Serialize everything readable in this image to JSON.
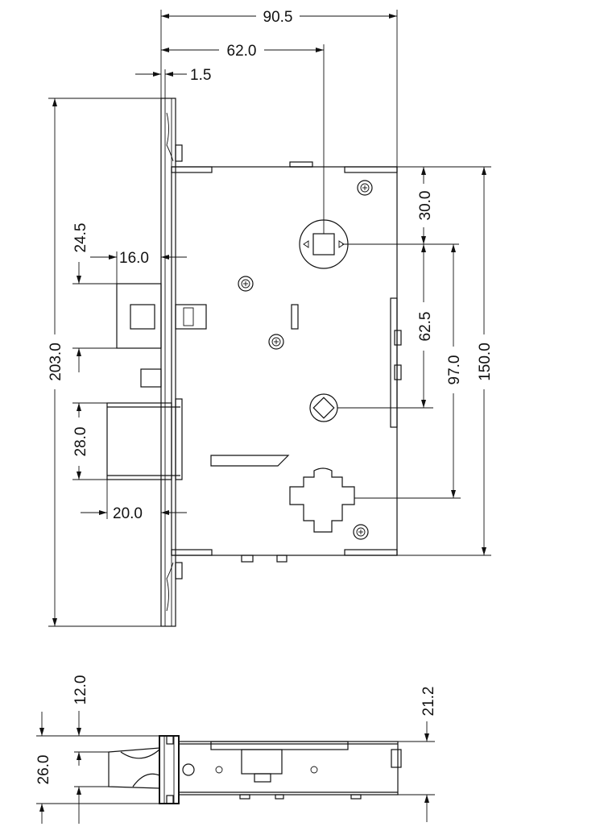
{
  "front_view": {
    "dims": {
      "overall_width": "90.5",
      "backset": "62.0",
      "faceplate_thickness": "1.5",
      "faceplate_height": "203.0",
      "upper_offset": "24.5",
      "latch_projection": "16.0",
      "deadbolt_height": "28.0",
      "deadbolt_projection": "20.0",
      "spindle_offset": "30.0",
      "center_distance": "62.5",
      "spindle_to_cylinder": "97.0",
      "case_height": "150.0"
    }
  },
  "side_view": {
    "dims": {
      "top_offset": "12.0",
      "width": "26.0",
      "case_offset": "21.2"
    }
  }
}
